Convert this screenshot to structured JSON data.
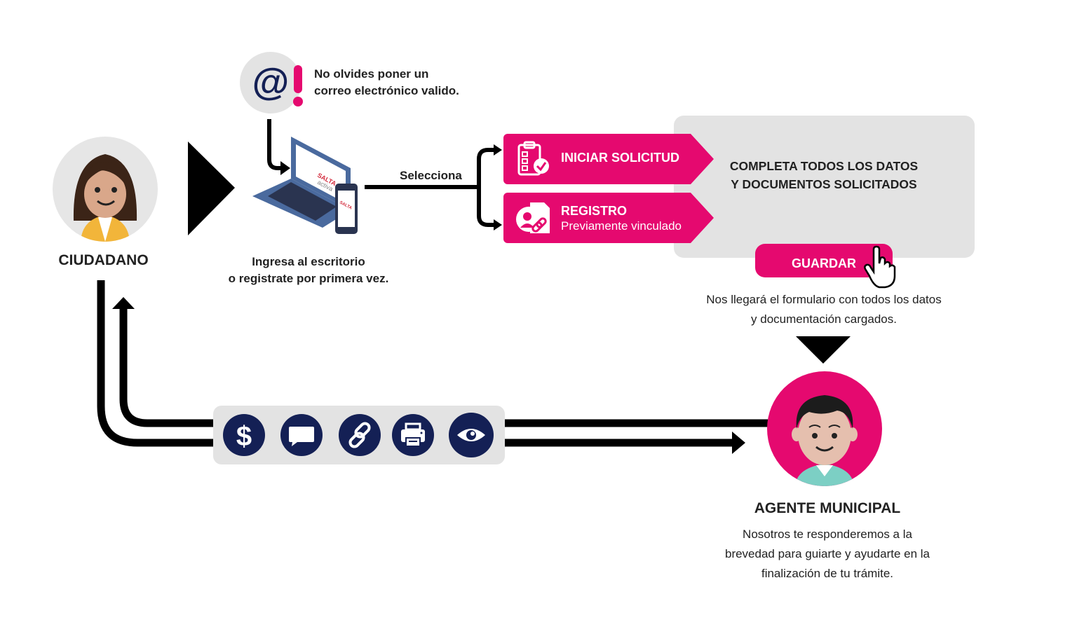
{
  "colors": {
    "brand_pink": "#e5096f",
    "navy": "#142055",
    "panel_gray": "#e3e3e3",
    "avatar_gray": "#e6e6e6",
    "text_dark": "#222222",
    "arrow_black": "#000000"
  },
  "citizen": {
    "label": "CIUDADANO",
    "avatar_icon": "woman-avatar-icon"
  },
  "email_tip": {
    "icon": "at-sign-warning-icon",
    "line1": "No olvides poner un",
    "line2": "correo electrónico valido."
  },
  "portal": {
    "icon": "laptop-phone-icon",
    "brand": "SALTA activa",
    "line1": "Ingresa al escritorio",
    "line2": "o registrate por primera vez."
  },
  "select_label": "Selecciona",
  "options": [
    {
      "title": "INICIAR SOLICITUD",
      "subtitle": "",
      "icon": "clipboard-check-icon"
    },
    {
      "title": "REGISTRO",
      "subtitle": "Previamente vinculado",
      "icon": "user-link-document-icon"
    }
  ],
  "complete": {
    "line1": "COMPLETA TODOS LOS DATOS",
    "line2": "Y DOCUMENTOS SOLICITADOS"
  },
  "save_button": {
    "label": "GUARDAR",
    "cursor_icon": "hand-pointer-icon"
  },
  "form_received": {
    "line1": "Nos llegará el formulario con todos los datos",
    "line2": "y documentación cargados."
  },
  "actions": [
    {
      "name": "payment",
      "icon": "dollar-icon"
    },
    {
      "name": "message",
      "icon": "chat-bubble-icon"
    },
    {
      "name": "link",
      "icon": "link-icon"
    },
    {
      "name": "print",
      "icon": "printer-icon"
    },
    {
      "name": "view",
      "icon": "eye-icon"
    }
  ],
  "agent": {
    "label": "AGENTE MUNICIPAL",
    "avatar_icon": "man-avatar-icon",
    "line1": "Nosotros te responderemos a la",
    "line2": "brevedad para guiarte y ayudarte en la",
    "line3": "finalización de tu trámite."
  }
}
